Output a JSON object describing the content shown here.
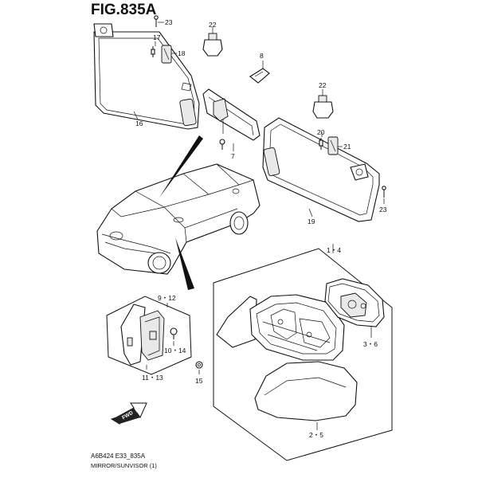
{
  "title": "FIG.835A",
  "footer": {
    "code": "A6B424 E33_835A",
    "subtitle": "MIRROR/SUNVISOR (1)"
  },
  "direction_arrow": "FWD",
  "callouts": {
    "c23a": "23",
    "c22a": "22",
    "c17": "17",
    "c18": "18",
    "c16": "16",
    "c8": "8",
    "c7": "7",
    "c22b": "22",
    "c20": "20",
    "c21": "21",
    "c23b": "23",
    "c19": "19",
    "c1_4": "1・4",
    "c9_12": "9・12",
    "c10_14": "10・14",
    "c11_13": "11・13",
    "c15": "15",
    "c3_6": "3・6",
    "c2_5": "2・5"
  }
}
